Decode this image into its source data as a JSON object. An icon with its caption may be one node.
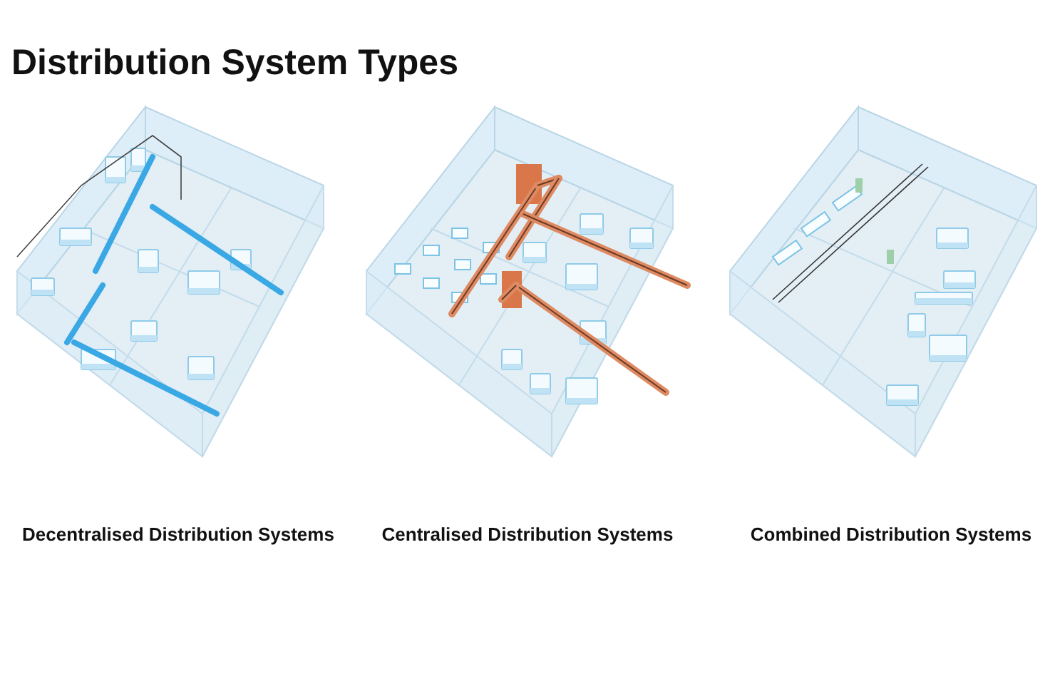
{
  "diagram": {
    "title": "Distribution System Types",
    "labels": [
      "Decentralised Distribution Systems",
      "Centralised Distribution Systems",
      "Combined Distribution Systems"
    ]
  }
}
